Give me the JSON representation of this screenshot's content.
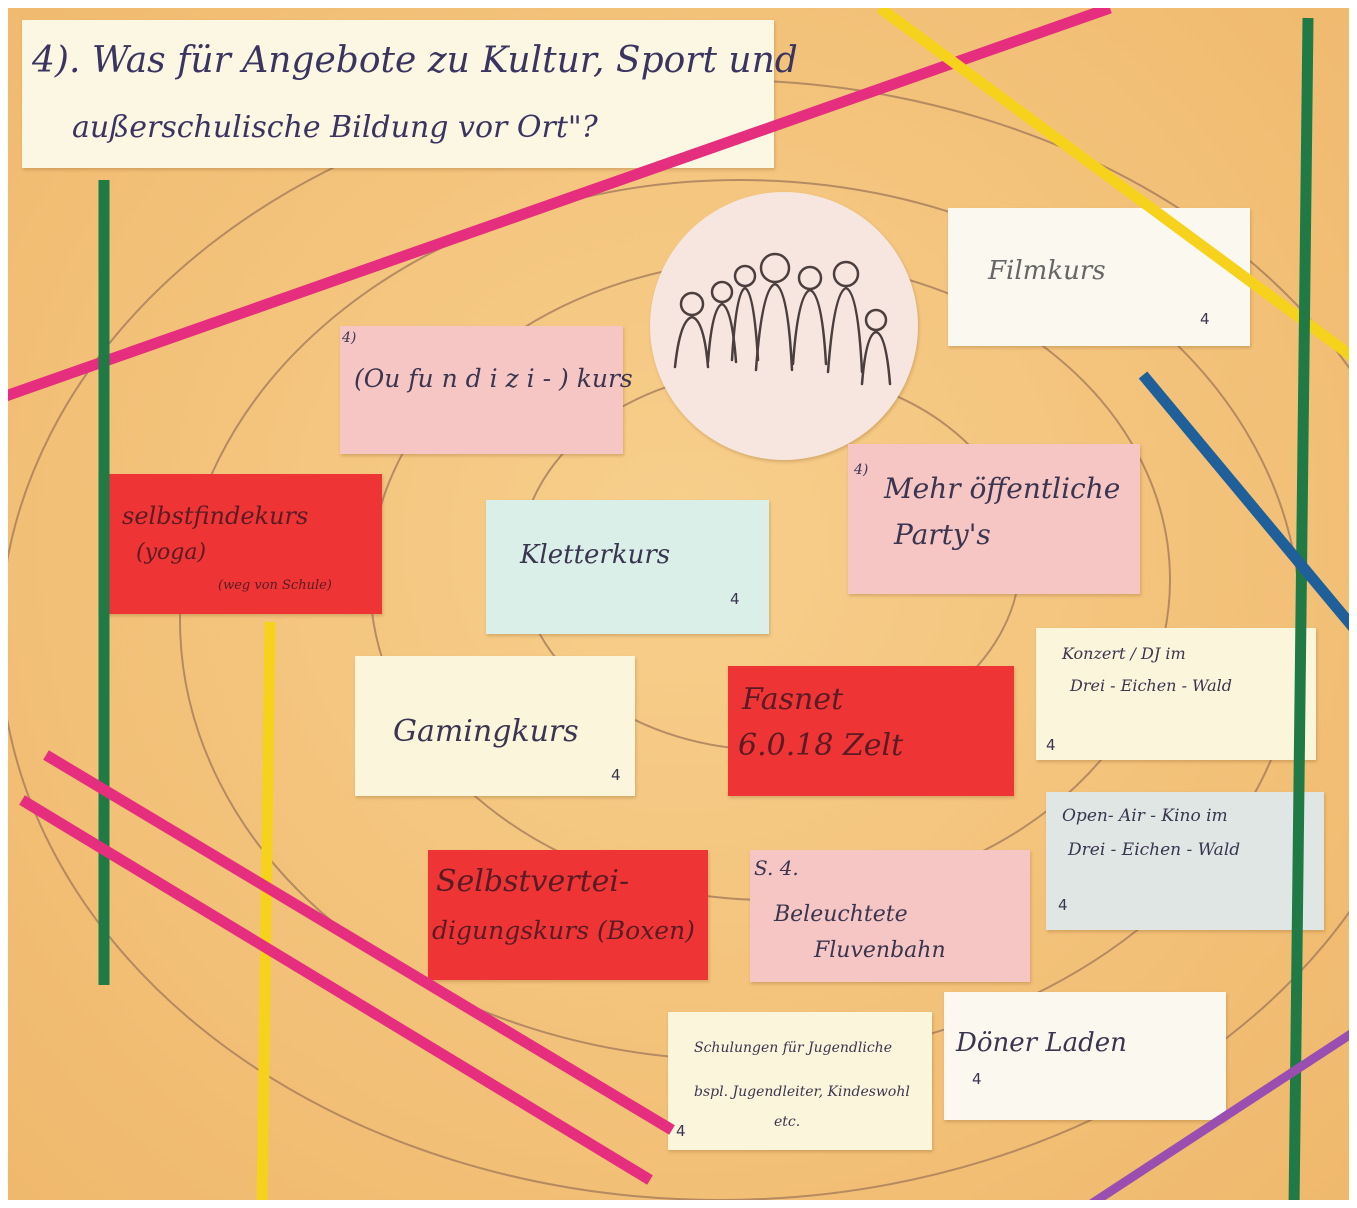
{
  "title": {
    "line1": "4). Was für Angebote zu Kultur, Sport und",
    "line2": "außerschulische Bildung vor Ort\"?"
  },
  "cards": {
    "filmkurs": {
      "text": "Filmkurs",
      "count": "4"
    },
    "kurs": {
      "marker": "4)",
      "text": "(Ou fu n d i z i - ) kurs"
    },
    "party": {
      "marker": "4)",
      "line1": "Mehr öffentliche",
      "line2": "Party's"
    },
    "selbstfinde": {
      "line1": "selbstfindekurs",
      "line2": "(yoga)",
      "line3": "(weg von Schule)"
    },
    "kletterkurs": {
      "text": "Kletterkurs",
      "count": "4"
    },
    "gamingkurs": {
      "text": "Gamingkurs",
      "count": "4"
    },
    "fasnet": {
      "line1": "Fasnet",
      "line2": "6.0.18 Zelt"
    },
    "konzert": {
      "line1": "Konzert / DJ im",
      "line2": "Drei - Eichen - Wald",
      "count": "4"
    },
    "openair": {
      "line1": "Open- Air - Kino im",
      "line2": "Drei - Eichen - Wald",
      "count": "4"
    },
    "selbstverteidigung": {
      "line1": "Selbstvertei-",
      "line2": "digungskurs (Boxen)"
    },
    "flutlicht": {
      "marker": "S. 4.",
      "line1": "Beleuchtete",
      "line2": "Fluvenbahn"
    },
    "schulungen": {
      "line1": "Schulungen für Jugendliche",
      "line2": "bspl. Jugendleiter, Kindeswohl",
      "line3": "etc.",
      "count": "4"
    },
    "doener": {
      "text": "Döner Laden",
      "count": "4"
    }
  },
  "colors": {
    "paper": "#f3c27a",
    "ribbon_pink": "#e52f7e",
    "ribbon_green": "#1f7a45",
    "ribbon_yellow": "#f7d21c",
    "ribbon_blue": "#1f5f9a",
    "ribbon_purple": "#9a4fb0",
    "pencil_rings": "#a0785a",
    "card_red": "#ee3434",
    "card_pink": "#f6c6c4",
    "card_cream": "#fbf5dc"
  }
}
